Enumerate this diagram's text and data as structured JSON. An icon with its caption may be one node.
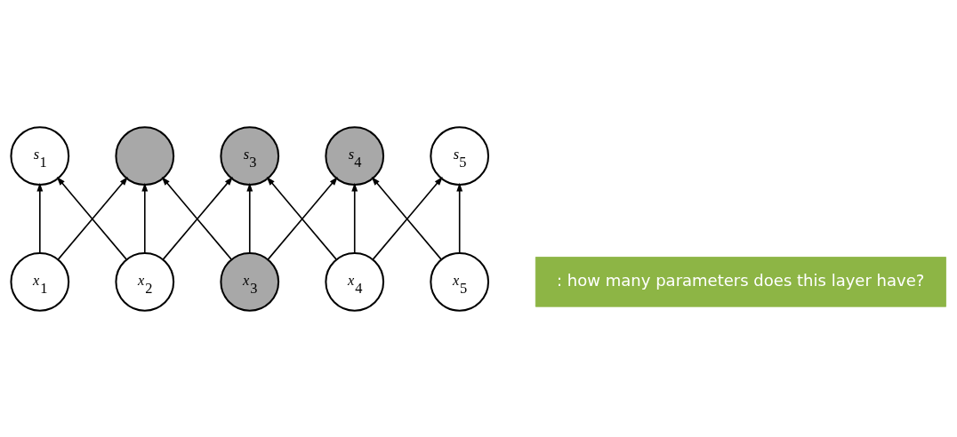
{
  "diagram": {
    "nodes": [
      {
        "text": [
          "s$_{1}$"
        ]
      },
      {
        "text": [],
        "shape": "circle"
      },
      {
        "text": [
          "s$_{3}$"
        ]
      },
      {
        "text": [
          "s$_{4}$"
        ]
      },
      {
        "text": [
          "s$_{5}$"
        ]
      },
      {
        "text": [
          ": how many parameters does this layer have?"
        ]
      },
      {
        "text": [
          "x$_{1}$"
        ]
      },
      {
        "text": [
          "x$_{2}$"
        ]
      },
      {
        "text": [
          "x$_{3}$"
        ]
      },
      {
        "text": [
          "x$_{4}$"
        ]
      },
      {
        "text": [
          "x$_{5}$"
        ]
      }
    ],
    "edges": [
      {
        "from": 6,
        "to": 0,
        "arrow": "to"
      },
      {
        "from": 6,
        "to": 1,
        "arrow": "to"
      },
      {
        "from": 7,
        "to": 0,
        "arrow": "to"
      },
      {
        "from": 7,
        "to": 1,
        "arrow": "to"
      },
      {
        "from": 7,
        "to": 2,
        "arrow": "to"
      },
      {
        "from": 8,
        "to": 1,
        "arrow": "to"
      },
      {
        "from": 8,
        "to": 2,
        "arrow": "to"
      },
      {
        "from": 8,
        "to": 3,
        "arrow": "to"
      },
      {
        "from": 9,
        "to": 2,
        "arrow": "to"
      },
      {
        "from": 9,
        "to": 3,
        "arrow": "to"
      },
      {
        "from": 9,
        "to": 4,
        "arrow": "to"
      },
      {
        "from": 10,
        "to": 3,
        "arrow": "to"
      },
      {
        "from": 10,
        "to": 4,
        "arrow": "to"
      }
    ]
  }
}
